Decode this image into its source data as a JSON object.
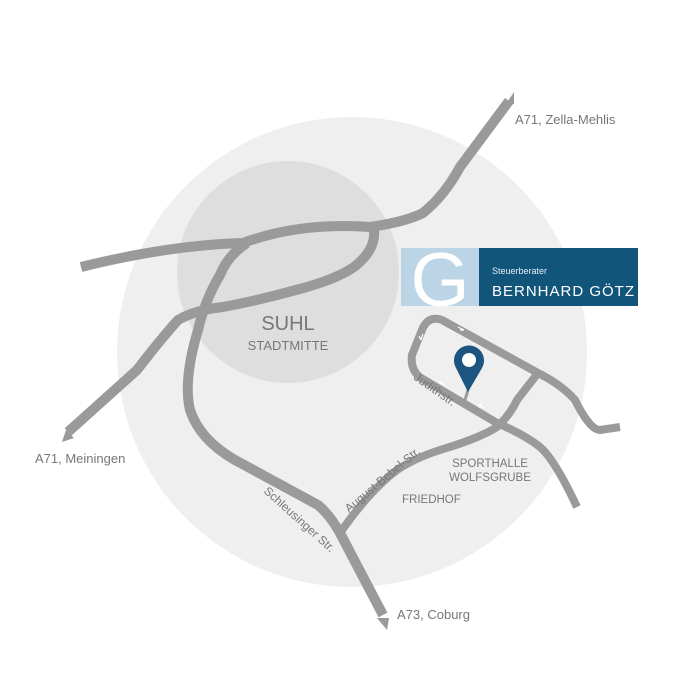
{
  "city": {
    "name": "SUHL",
    "district": "STADTMITTE"
  },
  "destinations": {
    "north_east": "A71, Zella-Mehlis",
    "west": "A71, Meiningen",
    "south": "A73, Coburg"
  },
  "streets": {
    "judith": "Judithstr.",
    "august_bebel": "August-Bebel-Str.",
    "schleusinger": "Schleusinger Str."
  },
  "landmarks": {
    "sporthalle_line1": "SPORTHALLE",
    "sporthalle_line2": "WOLFSGRUBE",
    "friedhof": "FRIEDHOF"
  },
  "logo": {
    "letter": "G",
    "subtitle": "Steuerberater",
    "name": "BERNHARD GÖTZ"
  },
  "colors": {
    "brand_dark": "#12557a",
    "brand_light": "#bcd5e6",
    "pin": "#1c5580",
    "road": "#9a9a9a",
    "outer_area": "#efefef",
    "center_area": "#dedede"
  },
  "icons": {
    "location": "map-pin-icon"
  }
}
